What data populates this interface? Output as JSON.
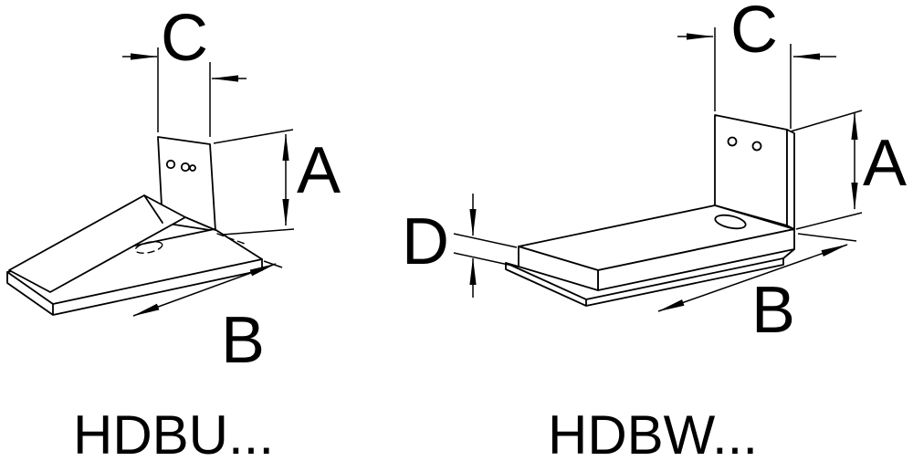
{
  "drawing": {
    "background": "#ffffff",
    "line_color": "#000000",
    "figures": [
      {
        "caption": "HDBU...",
        "dims": {
          "a": "A",
          "b": "B",
          "c": "C"
        }
      },
      {
        "caption": "HDBW...",
        "dims": {
          "a": "A",
          "b": "B",
          "c": "C",
          "d": "D"
        }
      }
    ]
  }
}
